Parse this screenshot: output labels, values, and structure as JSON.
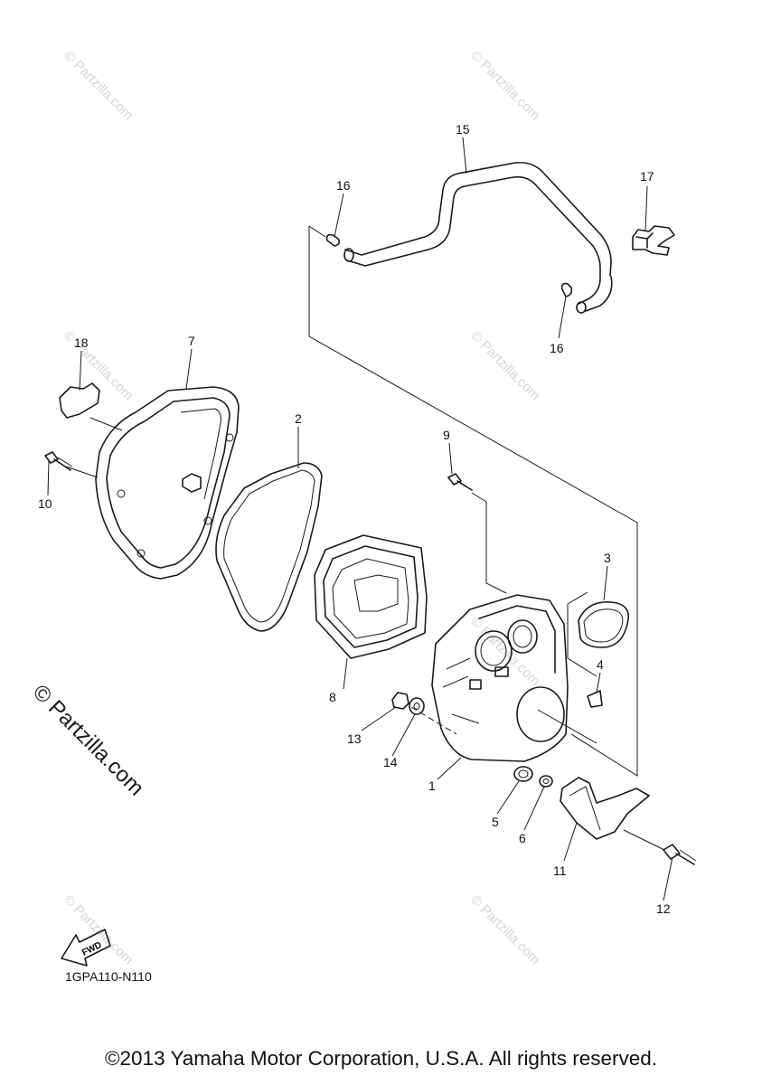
{
  "diagram": {
    "part_code": "1GPA110-N110",
    "copyright": "©2013 Yamaha Motor Corporation, U.S.A. All rights reserved.",
    "watermark_main": "© Partzilla.com",
    "watermark_small": "© Partzilla.com",
    "fwd_label": "FWD",
    "callouts": [
      "1",
      "2",
      "3",
      "4",
      "5",
      "6",
      "7",
      "8",
      "9",
      "10",
      "11",
      "12",
      "13",
      "14",
      "15",
      "16",
      "16",
      "17",
      "18"
    ]
  }
}
